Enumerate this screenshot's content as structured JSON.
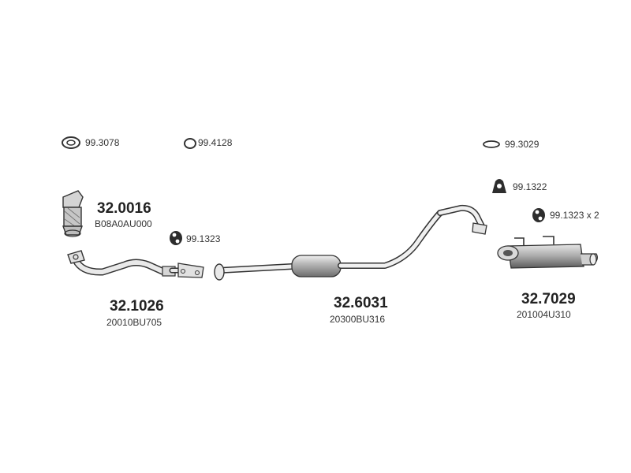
{
  "hardware": {
    "clamp_ring": "99.3078",
    "o_ring": "99.4128",
    "gasket": "99.3029",
    "hanger_a": "99.1322",
    "hanger_b": "99.1323 x 2",
    "hanger_c": "99.1323"
  },
  "parts": {
    "catalyst": {
      "number": "32.0016",
      "oem": "B08A0AU000"
    },
    "front_pipe": {
      "number": "32.1026",
      "oem": "20010BU705"
    },
    "middle_silencer": {
      "number": "32.6031",
      "oem": "20300BU316"
    },
    "rear_silencer": {
      "number": "32.7029",
      "oem": "201004U310"
    }
  }
}
